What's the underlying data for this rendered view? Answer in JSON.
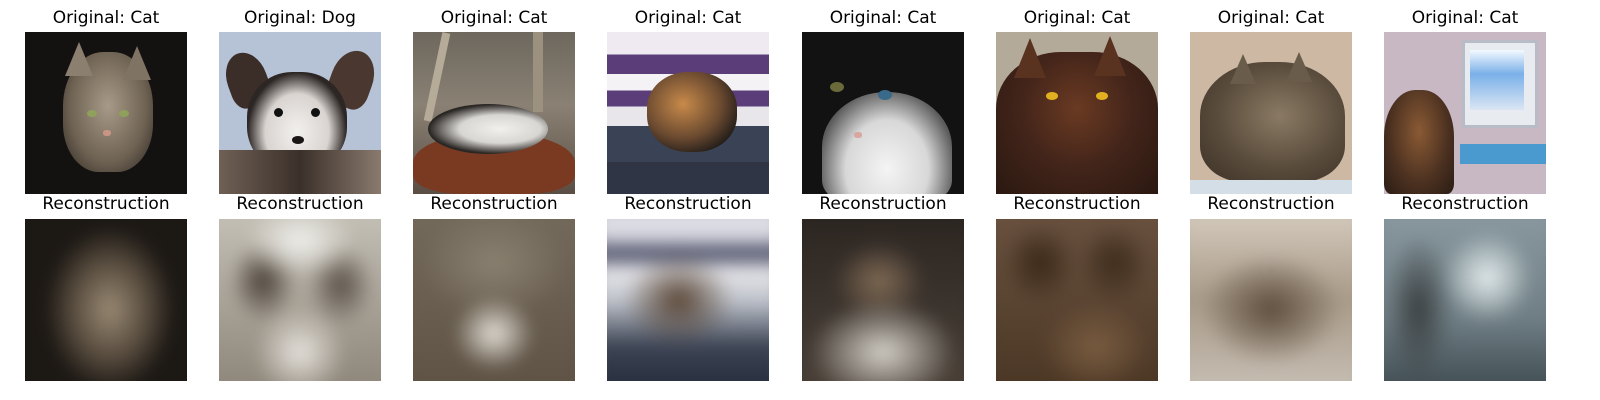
{
  "columns": [
    {
      "original_title": "Original: Cat",
      "reconstruction_title": "Reconstruction"
    },
    {
      "original_title": "Original: Dog",
      "reconstruction_title": "Reconstruction"
    },
    {
      "original_title": "Original: Cat",
      "reconstruction_title": "Reconstruction"
    },
    {
      "original_title": "Original: Cat",
      "reconstruction_title": "Reconstruction"
    },
    {
      "original_title": "Original: Cat",
      "reconstruction_title": "Reconstruction"
    },
    {
      "original_title": "Original: Cat",
      "reconstruction_title": "Reconstruction"
    },
    {
      "original_title": "Original: Cat",
      "reconstruction_title": "Reconstruction"
    },
    {
      "original_title": "Original: Cat",
      "reconstruction_title": "Reconstruction"
    }
  ]
}
